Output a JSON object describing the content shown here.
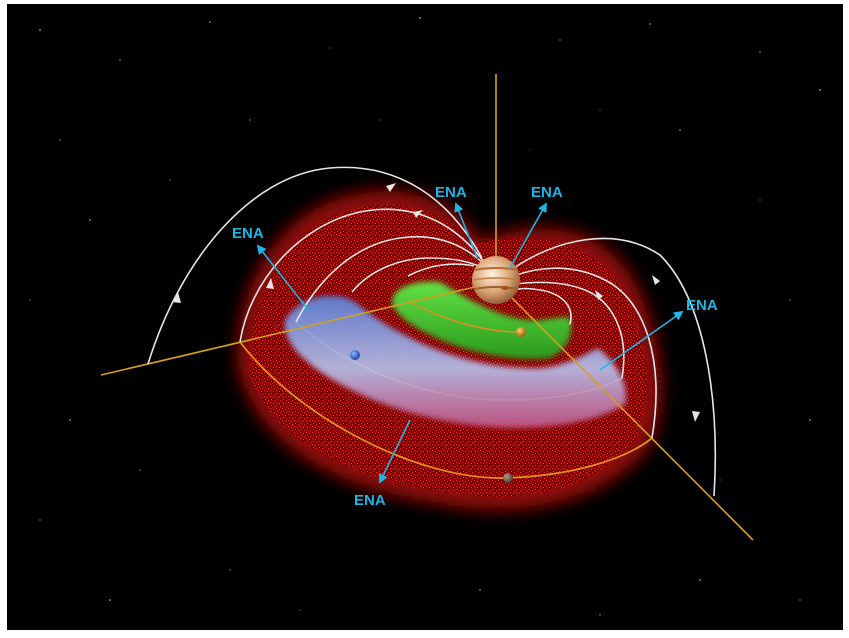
{
  "diagram": {
    "labels": {
      "ena_top_left": "ENA",
      "ena_top_center": "ENA",
      "ena_top_right": "ENA",
      "ena_right": "ENA",
      "ena_bottom": "ENA"
    },
    "colors": {
      "background": "#000000",
      "border": "#ffffff",
      "ena": "#19b6e6",
      "axis": "#d4a020",
      "orbit": "#e0901c",
      "field_line": "#e6e6e6",
      "torus_red": "#d01010",
      "torus_blue": "#3a6ac8",
      "torus_green": "#3ec02a",
      "planet": "#d8a070"
    },
    "icons": {
      "planet": "jupiter-planet",
      "moons": [
        "io-moon",
        "europa-moon",
        "ganymede-moon"
      ]
    }
  }
}
